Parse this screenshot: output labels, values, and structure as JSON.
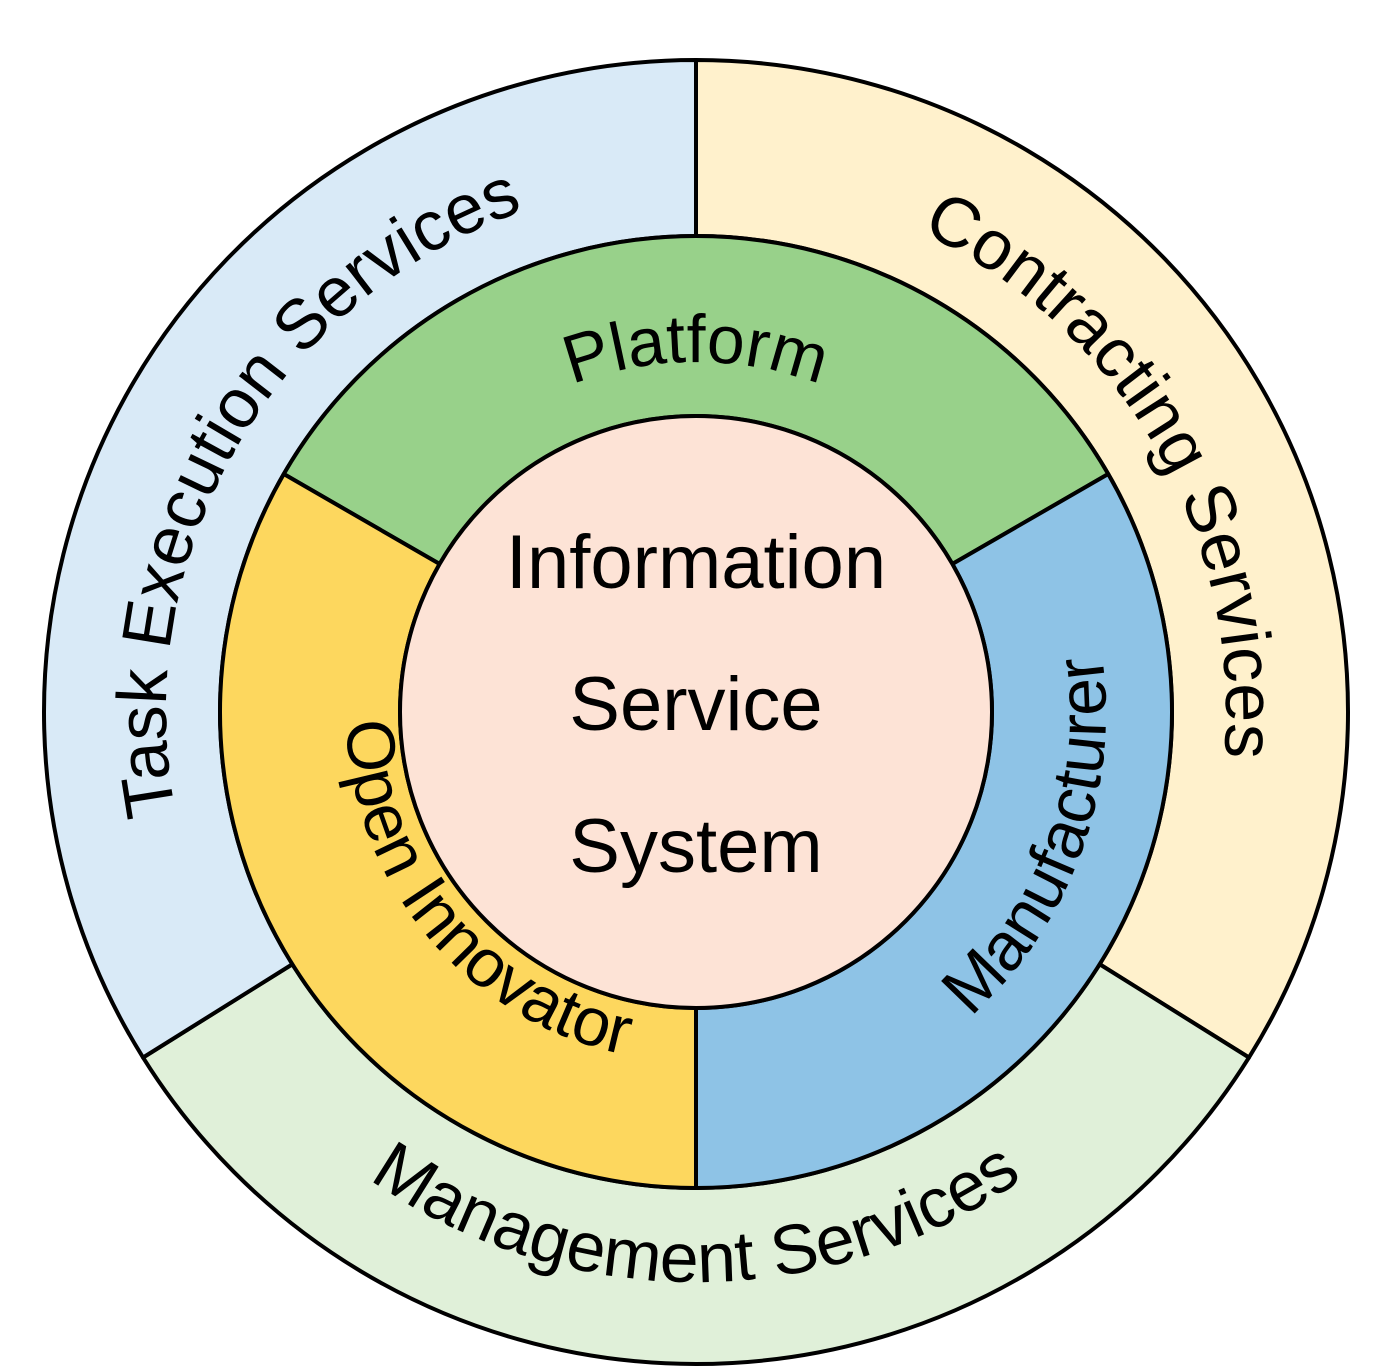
{
  "center": {
    "lines": [
      "Information",
      "Service",
      "System"
    ],
    "color": "#FDE3D6"
  },
  "middle_ring": [
    {
      "label": "Platform",
      "color": "#98D18A"
    },
    {
      "label": "Manufacturer",
      "color": "#8EC3E6"
    },
    {
      "label": "Open Innovator",
      "color": "#FDD75E"
    }
  ],
  "outer_ring": [
    {
      "label": "Contracting Services",
      "color": "#FFF1CC"
    },
    {
      "label": "Management Services",
      "color": "#E0F0D9"
    },
    {
      "label": "Task Execution Services",
      "color": "#D9EAF7"
    }
  ]
}
